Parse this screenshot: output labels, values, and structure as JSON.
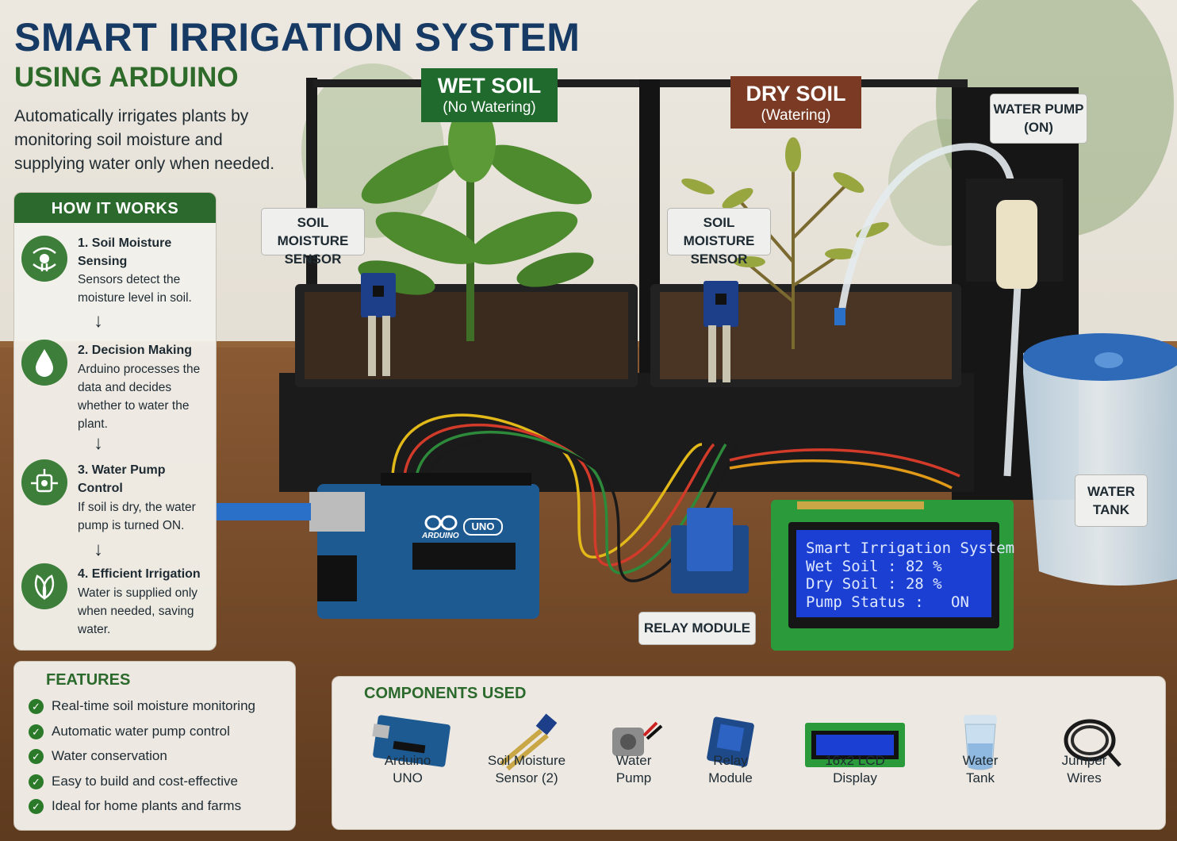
{
  "header": {
    "title": "SMART IRRIGATION SYSTEM",
    "subtitle": "USING ARDUINO",
    "description": "Automatically irrigates plants by monitoring soil moisture and supplying water only when needed."
  },
  "how_it_works": {
    "heading": "HOW IT WORKS",
    "steps": [
      {
        "title": "1. Soil Moisture Sensing",
        "text": "Sensors detect the moisture level in soil.",
        "icon": "sensor-icon"
      },
      {
        "title": "2. Decision Making",
        "text": "Arduino processes the data and decides whether to water the plant.",
        "icon": "water-drop-icon"
      },
      {
        "title": "3. Water Pump Control",
        "text": "If soil is dry, the water pump is turned ON.",
        "icon": "pump-icon"
      },
      {
        "title": "4. Efficient Irrigation",
        "text": "Water is supplied only when needed, saving water.",
        "icon": "leaf-icon"
      }
    ],
    "arrow": "↓"
  },
  "features": {
    "heading": "FEATURES",
    "items": [
      "Real-time soil moisture monitoring",
      "Automatic water pump control",
      "Water conservation",
      "Easy to build and cost-effective",
      "Ideal for home plants and farms"
    ]
  },
  "components": {
    "heading": "COMPONENTS USED",
    "items": [
      {
        "line1": "Arduino",
        "line2": "UNO",
        "icon": "arduino-board-icon"
      },
      {
        "line1": "Soil Moisture",
        "line2": "Sensor (2)",
        "icon": "soil-sensor-icon"
      },
      {
        "line1": "Water",
        "line2": "Pump",
        "icon": "water-pump-icon"
      },
      {
        "line1": "Relay",
        "line2": "Module",
        "icon": "relay-icon"
      },
      {
        "line1": "16x2 LCD",
        "line2": "Display",
        "icon": "lcd-icon"
      },
      {
        "line1": "Water",
        "line2": "Tank",
        "icon": "tank-icon"
      },
      {
        "line1": "Jumper",
        "line2": "Wires",
        "icon": "wires-icon"
      }
    ]
  },
  "scene": {
    "wet_soil": {
      "title": "WET SOIL",
      "sub": "(No Watering)"
    },
    "dry_soil": {
      "title": "DRY SOIL",
      "sub": "(Watering)"
    },
    "sensor_label_1": {
      "line1": "SOIL MOISTURE",
      "line2": "SENSOR"
    },
    "sensor_label_2": {
      "line1": "SOIL MOISTURE",
      "line2": "SENSOR"
    },
    "pump_label": {
      "line1": "WATER PUMP",
      "line2": "(ON)"
    },
    "tank_label": {
      "line1": "WATER",
      "line2": "TANK"
    },
    "relay_label": "RELAY MODULE",
    "arduino_logo": "UNO",
    "arduino_brand": "ARDUINO",
    "lcd": {
      "line1": "Smart Irrigation System",
      "line2": "Wet Soil : 82 %",
      "line3": "Dry Soil : 28 %",
      "line4": "Pump Status :   ON"
    }
  }
}
